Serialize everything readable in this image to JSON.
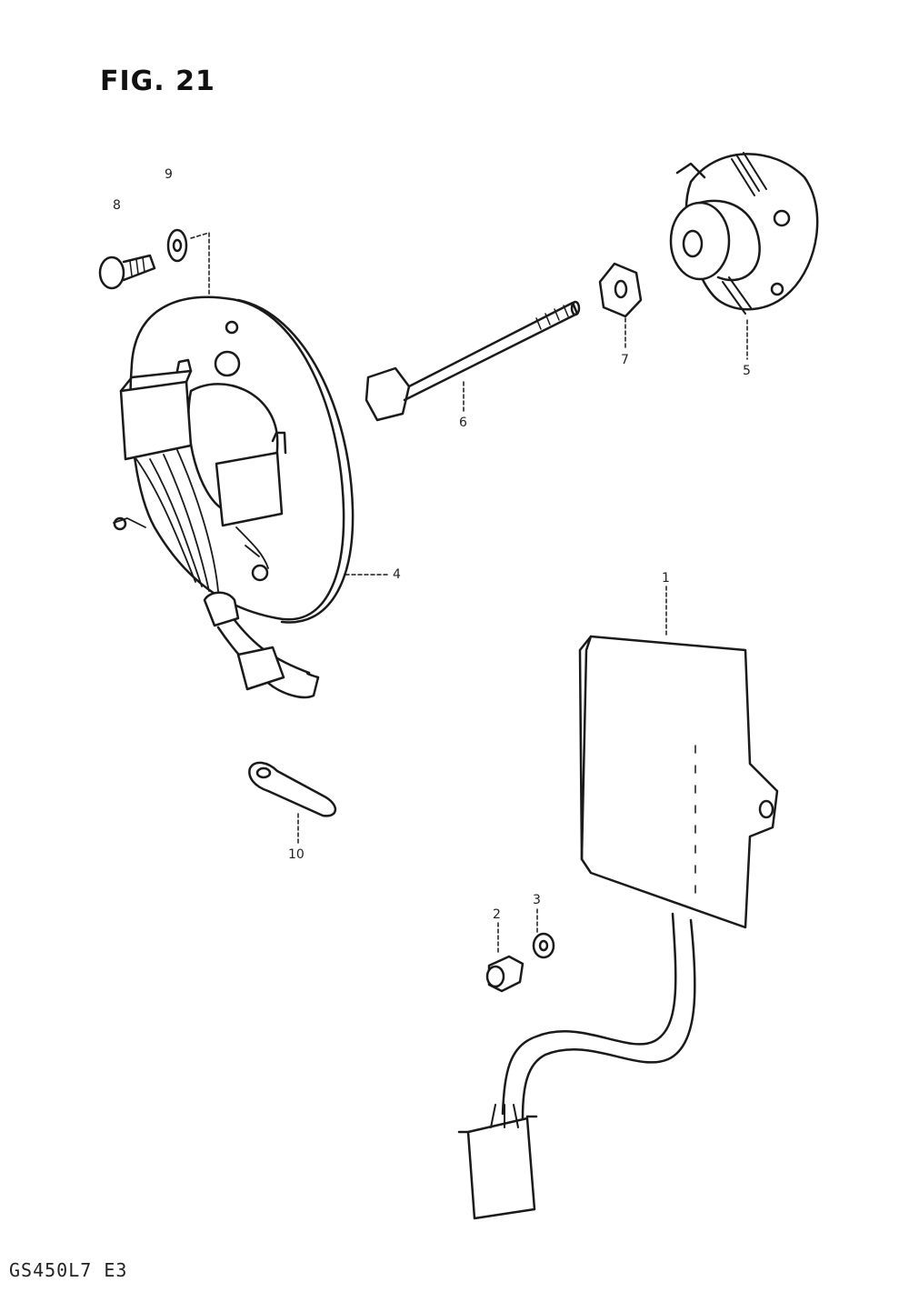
{
  "figure": {
    "title": "FIG. 21"
  },
  "footer": {
    "model_code": "GS450L7 E3"
  },
  "callouts": [
    {
      "label": "1"
    },
    {
      "label": "2"
    },
    {
      "label": "3"
    },
    {
      "label": "4"
    },
    {
      "label": "5"
    },
    {
      "label": "6"
    },
    {
      "label": "7"
    },
    {
      "label": "8"
    },
    {
      "label": "9"
    },
    {
      "label": "10"
    }
  ]
}
